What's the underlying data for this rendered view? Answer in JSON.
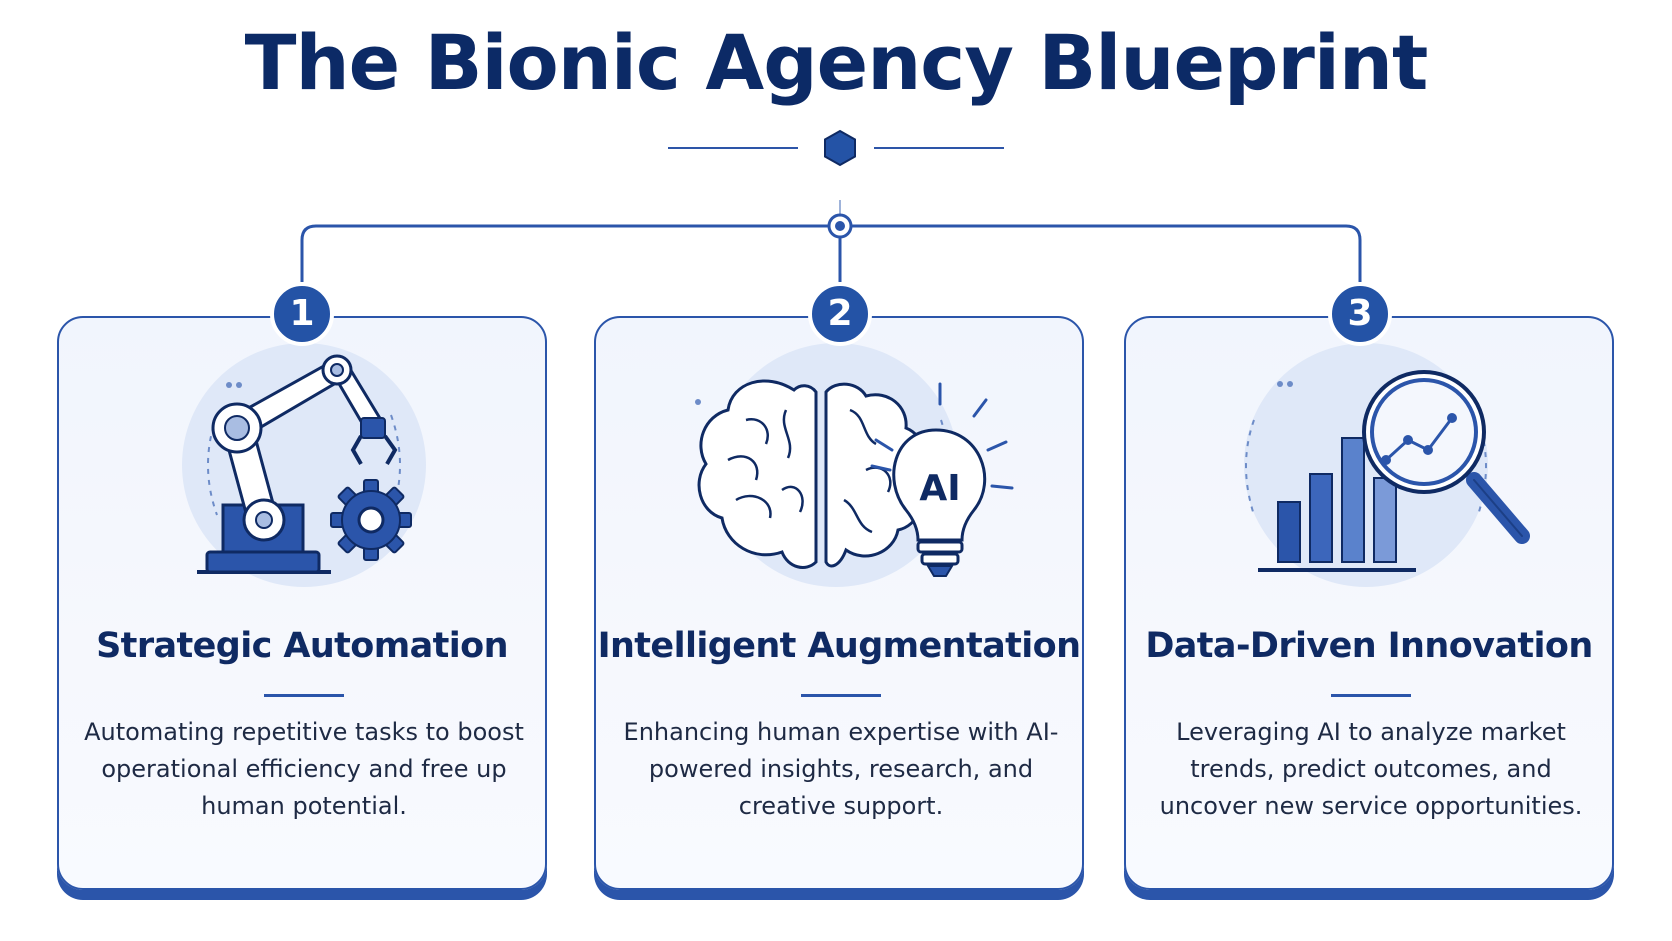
{
  "title": "The Bionic Agency Blueprint",
  "colors": {
    "primary": "#2453a6",
    "title": "#0c2a66",
    "card_background": "#f3f6fd",
    "accent_light": "#e2eaf8"
  },
  "cards": [
    {
      "number": "1",
      "icon": "robotic-arm-gear-icon",
      "title": "Strategic Automation",
      "description": "Automating repetitive tasks to boost operational efficiency and free up human potential."
    },
    {
      "number": "2",
      "icon": "brain-lightbulb-ai-icon",
      "icon_text": "AI",
      "title": "Intelligent Augmentation",
      "description": "Enhancing human expertise with AI-powered insights, research, and creative support."
    },
    {
      "number": "3",
      "icon": "bar-chart-magnifier-icon",
      "title": "Data-Driven Innovation",
      "description": "Leveraging AI to analyze market trends, predict outcomes, and uncover new service opportunities."
    }
  ]
}
